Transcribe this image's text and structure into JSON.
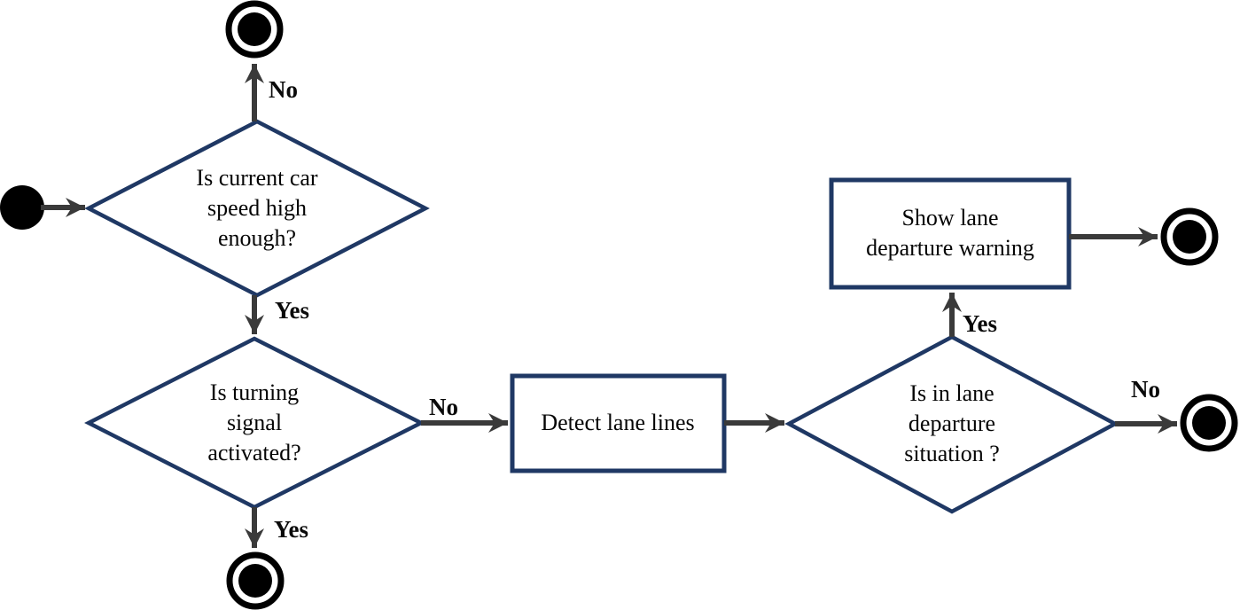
{
  "diagram": {
    "nodes": {
      "decision_speed": {
        "label": "Is current car\nspeed high\nenough?"
      },
      "decision_signal": {
        "label": "Is turning\nsignal\nactivated?"
      },
      "action_detect": {
        "label": "Detect lane lines"
      },
      "decision_departure": {
        "label": "Is in lane\ndeparture\nsituation ?"
      },
      "action_warning": {
        "label": "Show lane\ndeparture warning"
      }
    },
    "edge_labels": {
      "speed_no": "No",
      "speed_yes": "Yes",
      "signal_no": "No",
      "signal_yes": "Yes",
      "departure_yes": "Yes",
      "departure_no": "No"
    },
    "colors": {
      "shape_border": "#1f3864",
      "shape_fill": "#ffffff",
      "arrow": "#3a3a3a",
      "terminal": "#000000",
      "text": "#050505"
    }
  }
}
